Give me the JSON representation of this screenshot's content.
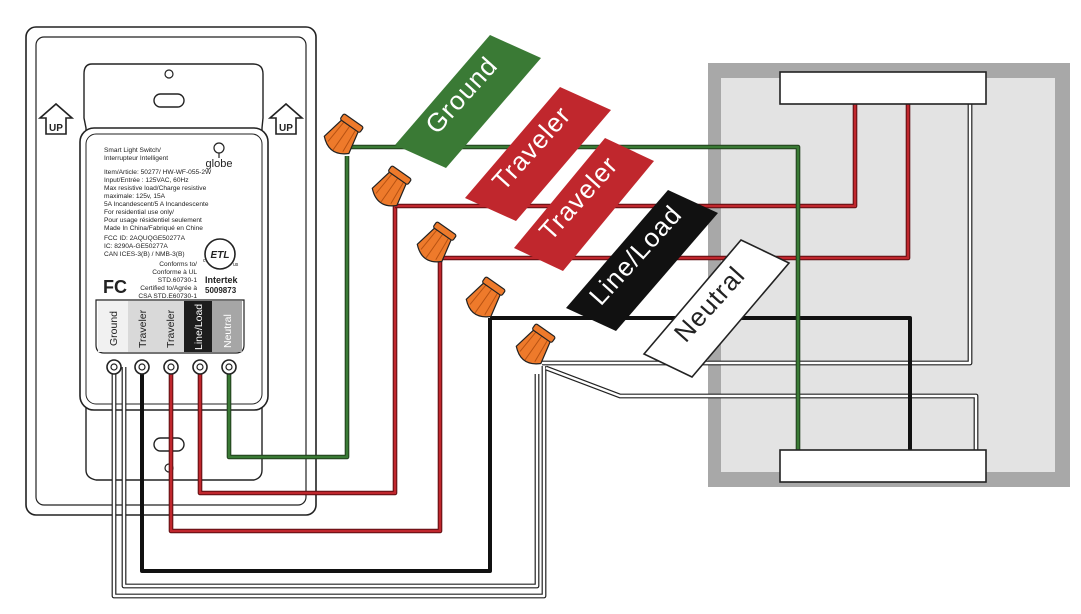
{
  "label": {
    "line1": "Smart Light Switch/",
    "line2": "Interrupteur Intelligent",
    "brand": "globe",
    "lines": [
      "Item/Article: 50277/ HW-WF-055-2W",
      "Input/Entrée : 125VAC, 60Hz",
      "Max resistive load/Charge resistive",
      "maximale: 125v, 15A",
      "5A Incandescent/5 A Incandescente",
      "For residential use only/",
      "Pour usage résidentiel seulement",
      "Made In China/Fabriqué en Chine"
    ],
    "ids": [
      "FCC ID: 2AQUQGE50277A",
      "IC: 8290A-GE50277A",
      "CAN ICES-3(B) / NMB-3(B)"
    ],
    "conforms": [
      "Conforms to/",
      "Conforme à UL",
      "STD.60730-1",
      "Certified to/Agrée à",
      "CSA STD.E60730-1"
    ],
    "fcc_mark": "FC",
    "etl_mark": "ETL",
    "etl_c": "c",
    "etl_us": "us",
    "intertek": "Intertek",
    "intertek_no": "5009873"
  },
  "up_label": "UP",
  "terminals": [
    "Ground",
    "Traveler",
    "Traveler",
    "Line/Load",
    "Neutral"
  ],
  "flags": {
    "ground": "Ground",
    "traveler1": "Traveler",
    "traveler2": "Traveler",
    "lineload": "Line/Load",
    "neutral": "Neutral"
  },
  "colors": {
    "ground": "#3a7a35",
    "traveler": "#c0272d",
    "line": "#111111",
    "neutral": "#ffffff",
    "connector": "#ee7a2b",
    "box_outer": "#a8a8a8",
    "box_inner": "#e3e3e3"
  }
}
